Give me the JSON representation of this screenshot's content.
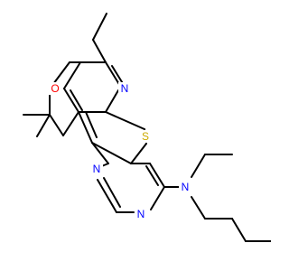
{
  "colors": {
    "bond": "#000000",
    "nitrogen": "#0000FF",
    "oxygen": "#FF0000",
    "sulfur": "#CCAA00"
  },
  "atoms": {
    "n_pyridine": "N",
    "s_thiophene": "S",
    "n_amine": "N",
    "n_pyrimidine_top": "N",
    "n_pyrimidine_bottom": "N",
    "o_pyran": "O"
  }
}
